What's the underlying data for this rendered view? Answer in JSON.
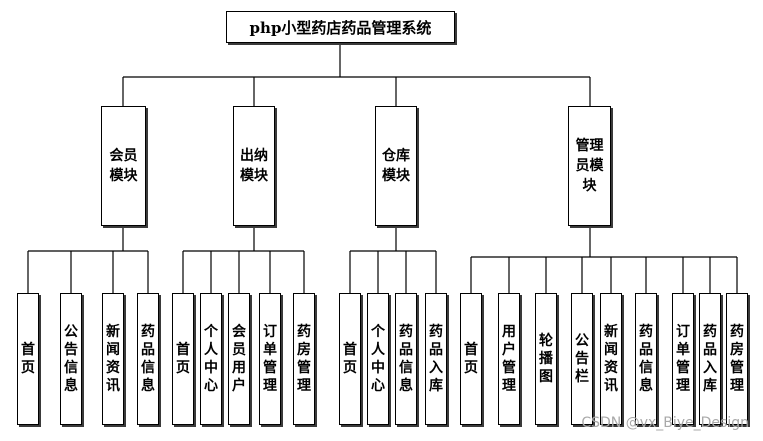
{
  "title": "php小型药店药品管理系统",
  "modules": [
    {
      "label": "会员模块",
      "children": [
        "首页",
        "公告信息",
        "新闻资讯",
        "药品信息"
      ]
    },
    {
      "label": "出纳模块",
      "children": [
        "首页",
        "个人中心",
        "会员用户",
        "订单管理",
        "药房管理"
      ]
    },
    {
      "label": "仓库模块",
      "children": [
        "首页",
        "个人中心",
        "药品信息",
        "药品入库"
      ]
    },
    {
      "label": "管理员模块",
      "children": [
        "首页",
        "用户管理",
        "轮播图",
        "公告栏",
        "新闻资讯",
        "药品信息",
        "订单管理",
        "药品入库",
        "药房管理"
      ]
    }
  ],
  "watermark": "CSDN @vx_Biye_Design"
}
